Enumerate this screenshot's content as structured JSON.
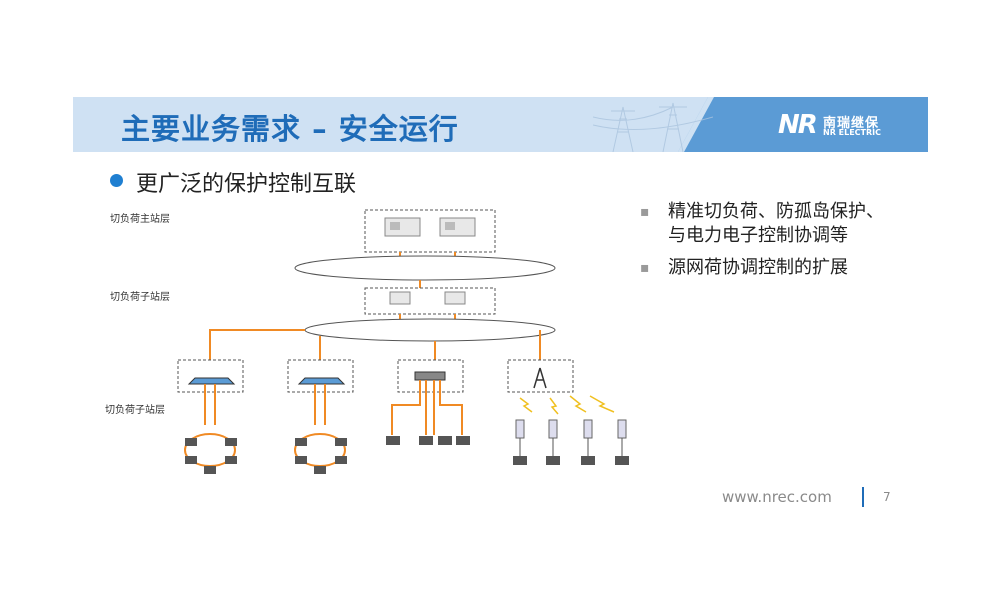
{
  "header": {
    "title": "主要业务需求 – 安全运行",
    "logo_mark": "NR",
    "logo_cn": "南瑞继保",
    "logo_en": "NR ELECTRIC"
  },
  "subheading": "更广泛的保护控制互联",
  "diagram": {
    "layers": {
      "master": "切负荷主站层",
      "sub1": "切负荷子站层",
      "sub2": "切负荷子站层"
    }
  },
  "bullets": [
    "精准切负荷、防孤岛保护、与电力电子控制协调等",
    "源网荷协调控制的扩展"
  ],
  "footer": {
    "url": "www.nrec.com",
    "page": "7"
  },
  "colors": {
    "title_blue": "#1f6cb8",
    "banner_bg": "#cfe1f3",
    "link_orange": "#f08a24",
    "bullet_dot": "#1f7fd1"
  }
}
